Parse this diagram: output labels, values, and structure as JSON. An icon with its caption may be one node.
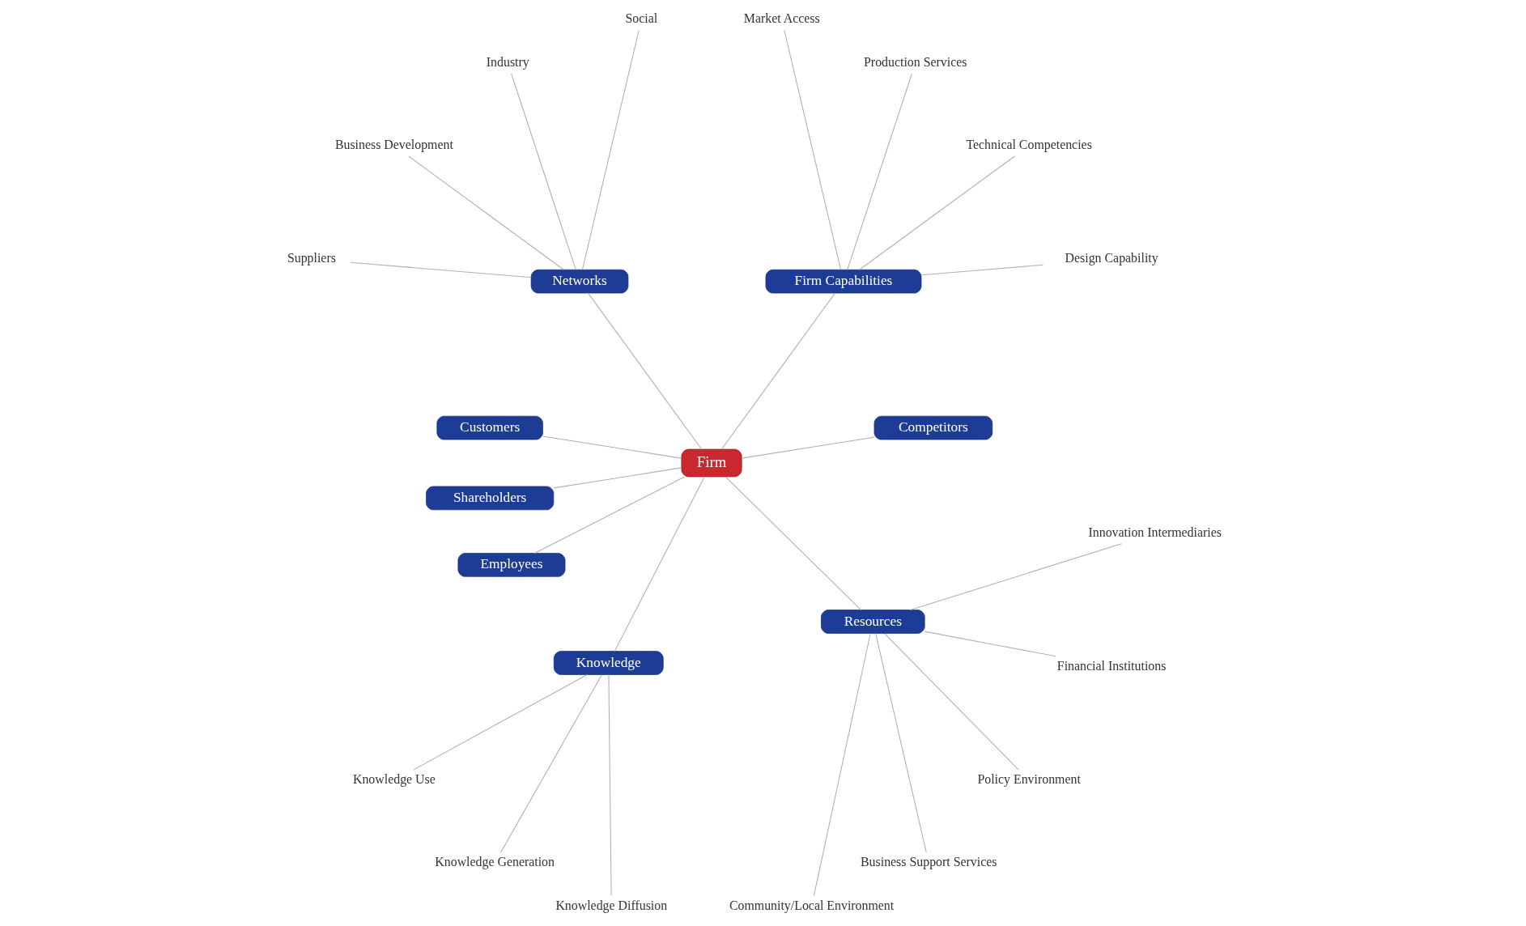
{
  "diagram": {
    "nodes": [
      {
        "text": [
          "Firm"
        ]
      },
      {
        "text": [
          "Competitors"
        ]
      },
      {
        "text": [
          "Firm Capabilities"
        ]
      },
      {
        "text": [
          "Design Capability"
        ]
      },
      {
        "text": [
          "Technical Competencies"
        ]
      },
      {
        "text": [
          "Production Services"
        ]
      },
      {
        "text": [
          "Market Access"
        ]
      },
      {
        "text": [
          "Networks"
        ]
      },
      {
        "text": [
          "Social"
        ]
      },
      {
        "text": [
          "Industry"
        ]
      },
      {
        "text": [
          "Business Development"
        ]
      },
      {
        "text": [
          "Suppliers"
        ]
      },
      {
        "text": [
          "Customers"
        ]
      },
      {
        "text": [
          "Shareholders"
        ]
      },
      {
        "text": [
          "Employees"
        ]
      },
      {
        "text": [
          "Knowledge"
        ]
      },
      {
        "text": [
          "Knowledge Use"
        ]
      },
      {
        "text": [
          "Knowledge Generation"
        ]
      },
      {
        "text": [
          "Knowledge Diffusion"
        ]
      },
      {
        "text": [
          "Resources"
        ]
      },
      {
        "text": [
          "Community/Local Environment"
        ]
      },
      {
        "text": [
          "Business Support Services"
        ]
      },
      {
        "text": [
          "Policy Environment"
        ]
      },
      {
        "text": [
          "Financial Institutions"
        ]
      },
      {
        "text": [
          "Innovation Intermediaries"
        ]
      }
    ],
    "edges": [
      {
        "from": 0,
        "to": 1,
        "arrow": "none"
      },
      {
        "from": 0,
        "to": 2,
        "arrow": "none"
      },
      {
        "from": 2,
        "to": 3,
        "arrow": "none"
      },
      {
        "from": 2,
        "to": 4,
        "arrow": "none"
      },
      {
        "from": 2,
        "to": 5,
        "arrow": "none"
      },
      {
        "from": 2,
        "to": 6,
        "arrow": "none"
      },
      {
        "from": 0,
        "to": 7,
        "arrow": "none"
      },
      {
        "from": 7,
        "to": 8,
        "arrow": "none"
      },
      {
        "from": 7,
        "to": 9,
        "arrow": "none"
      },
      {
        "from": 7,
        "to": 10,
        "arrow": "none"
      },
      {
        "from": 7,
        "to": 11,
        "arrow": "none"
      },
      {
        "from": 0,
        "to": 12,
        "arrow": "none"
      },
      {
        "from": 0,
        "to": 13,
        "arrow": "none"
      },
      {
        "from": 0,
        "to": 14,
        "arrow": "none"
      },
      {
        "from": 0,
        "to": 15,
        "arrow": "none"
      },
      {
        "from": 15,
        "to": 16,
        "arrow": "none"
      },
      {
        "from": 15,
        "to": 17,
        "arrow": "none"
      },
      {
        "from": 15,
        "to": 18,
        "arrow": "none"
      },
      {
        "from": 0,
        "to": 19,
        "arrow": "none"
      },
      {
        "from": 19,
        "to": 20,
        "arrow": "none"
      },
      {
        "from": 19,
        "to": 21,
        "arrow": "none"
      },
      {
        "from": 19,
        "to": 22,
        "arrow": "none"
      },
      {
        "from": 19,
        "to": 23,
        "arrow": "none"
      },
      {
        "from": 19,
        "to": 24,
        "arrow": "none"
      }
    ]
  }
}
